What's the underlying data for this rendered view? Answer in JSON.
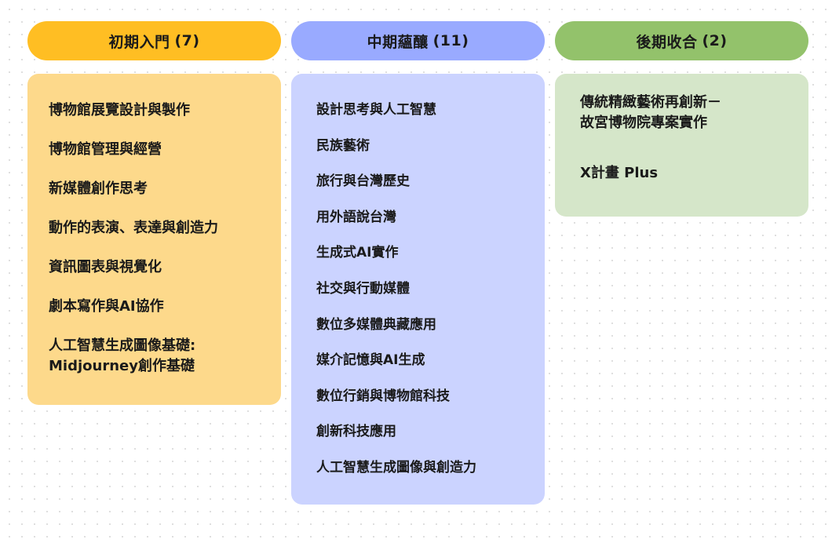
{
  "columns": [
    {
      "title": "初期入門",
      "count": "(7)",
      "color": "#ffbe23",
      "card_color": "#fdd98b",
      "items": [
        "博物館展覽設計與製作",
        "博物館管理與經營",
        "新媒體創作思考",
        "動作的表演、表達與創造力",
        "資訊圖表與視覺化",
        "劇本寫作與AI協作",
        "人工智慧生成圖像基礎:\nMidjourney創作基礎"
      ]
    },
    {
      "title": "中期蘊釀",
      "count": "(11)",
      "color": "#99aaff",
      "card_color": "#cbd3ff",
      "items": [
        "設計思考與人工智慧",
        "民族藝術",
        "旅行與台灣歷史",
        "用外語說台灣",
        "生成式AI實作",
        "社交與行動媒體",
        "數位多媒體典藏應用",
        "媒介記憶與AI生成",
        "數位行銷與博物館科技",
        "創新科技應用",
        "人工智慧生成圖像與創造力"
      ]
    },
    {
      "title": "後期收合",
      "count": "(2)",
      "color": "#93c26b",
      "card_color": "#d5e6c9",
      "items": [
        "傳統精緻藝術再創新－\n故宮博物院專案實作",
        "X計畫 Plus"
      ]
    }
  ]
}
